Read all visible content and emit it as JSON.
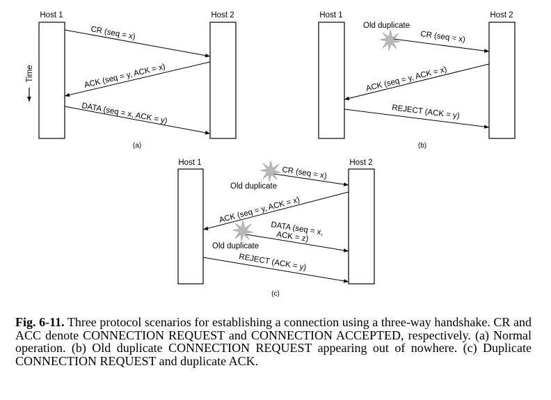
{
  "panels": {
    "a": {
      "host1": "Host 1",
      "host2": "Host 2",
      "time_label": "Time",
      "sublabel": "(a)",
      "messages": [
        "CR (seq = x)",
        "ACK (seq = y, ACK = x)",
        "DATA (seq = x, ACK = y)"
      ]
    },
    "b": {
      "host1": "Host 1",
      "host2": "Host 2",
      "old_duplicate": "Old duplicate",
      "sublabel": "(b)",
      "messages": [
        "CR (seq = x)",
        "ACK (seq = y, ACK = x)",
        "REJECT (ACK = y)"
      ]
    },
    "c": {
      "host1": "Host 1",
      "host2": "Host 2",
      "old_duplicate_1": "Old duplicate",
      "old_duplicate_2": "Old duplicate",
      "sublabel": "(c)",
      "messages": [
        "CR (seq = x)",
        "ACK (seq = y, ACK = x)",
        "DATA (seq = x,",
        "ACK = z)",
        "REJECT (ACK = y)"
      ]
    }
  },
  "caption": {
    "figure_number": "Fig. 6-11.",
    "text": "Three protocol scenarios for establishing a connection using a three-way handshake. CR and ACC denote CONNECTION REQUEST and CONNECTION ACCEPTED, respectively. (a) Normal operation. (b) Old duplicate CONNECTION REQUEST appearing out of nowhere. (c) Duplicate CONNECTION REQUEST and duplicate ACK."
  }
}
